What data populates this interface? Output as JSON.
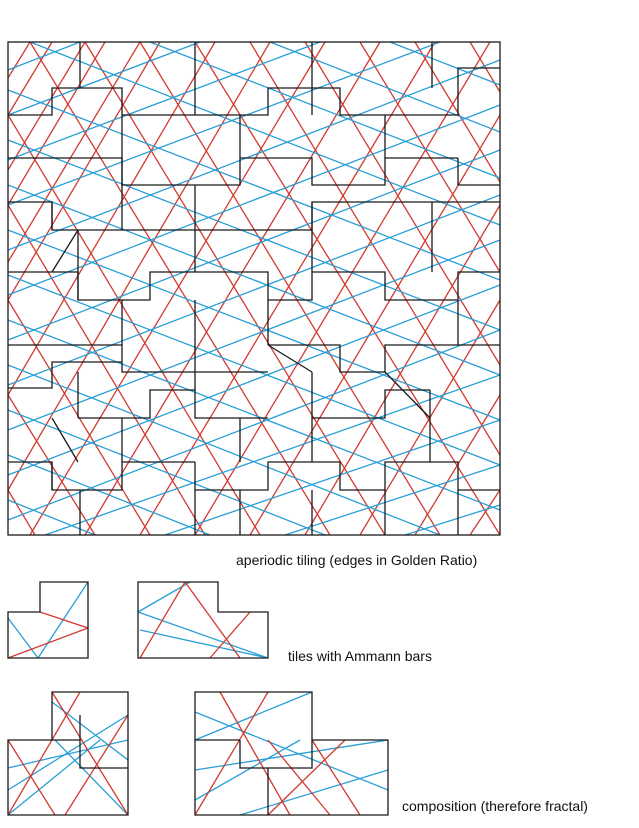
{
  "captions": {
    "tiling": "aperiodic tiling (edges in Golden Ratio)",
    "tiles": "tiles with Ammann bars",
    "composition": "composition (therefore fractal)"
  },
  "colors": {
    "tile_edge": "#1a1a1a",
    "ammann_bar_red": "#d23a30",
    "ammann_bar_blue": "#2a9fd6",
    "background": "#ffffff"
  }
}
